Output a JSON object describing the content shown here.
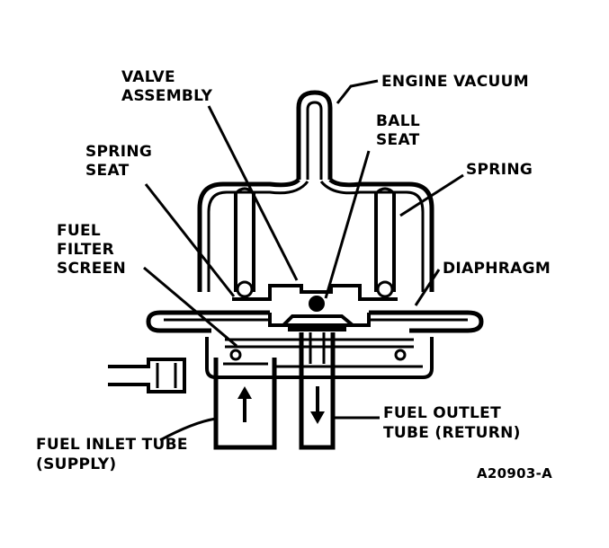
{
  "labels": {
    "engine_vacuum": "ENGINE VACUUM",
    "valve_assembly": [
      "VALVE",
      "ASSEMBLY"
    ],
    "ball_seat": [
      "BALL",
      "SEAT"
    ],
    "spring_seat": [
      "SPRING",
      "SEAT"
    ],
    "spring": "SPRING",
    "fuel_filter_screen": [
      "FUEL",
      "FILTER",
      "SCREEN"
    ],
    "diaphragm": "DIAPHRAGM",
    "fuel_outlet_tube": [
      "FUEL OUTLET",
      "TUBE (RETURN)"
    ],
    "fuel_inlet_tube": [
      "FUEL INLET TUBE",
      "(SUPPLY)"
    ],
    "figure_id": "A20903-A"
  },
  "colors": {
    "ink": "#000000",
    "paper": "#ffffff"
  }
}
